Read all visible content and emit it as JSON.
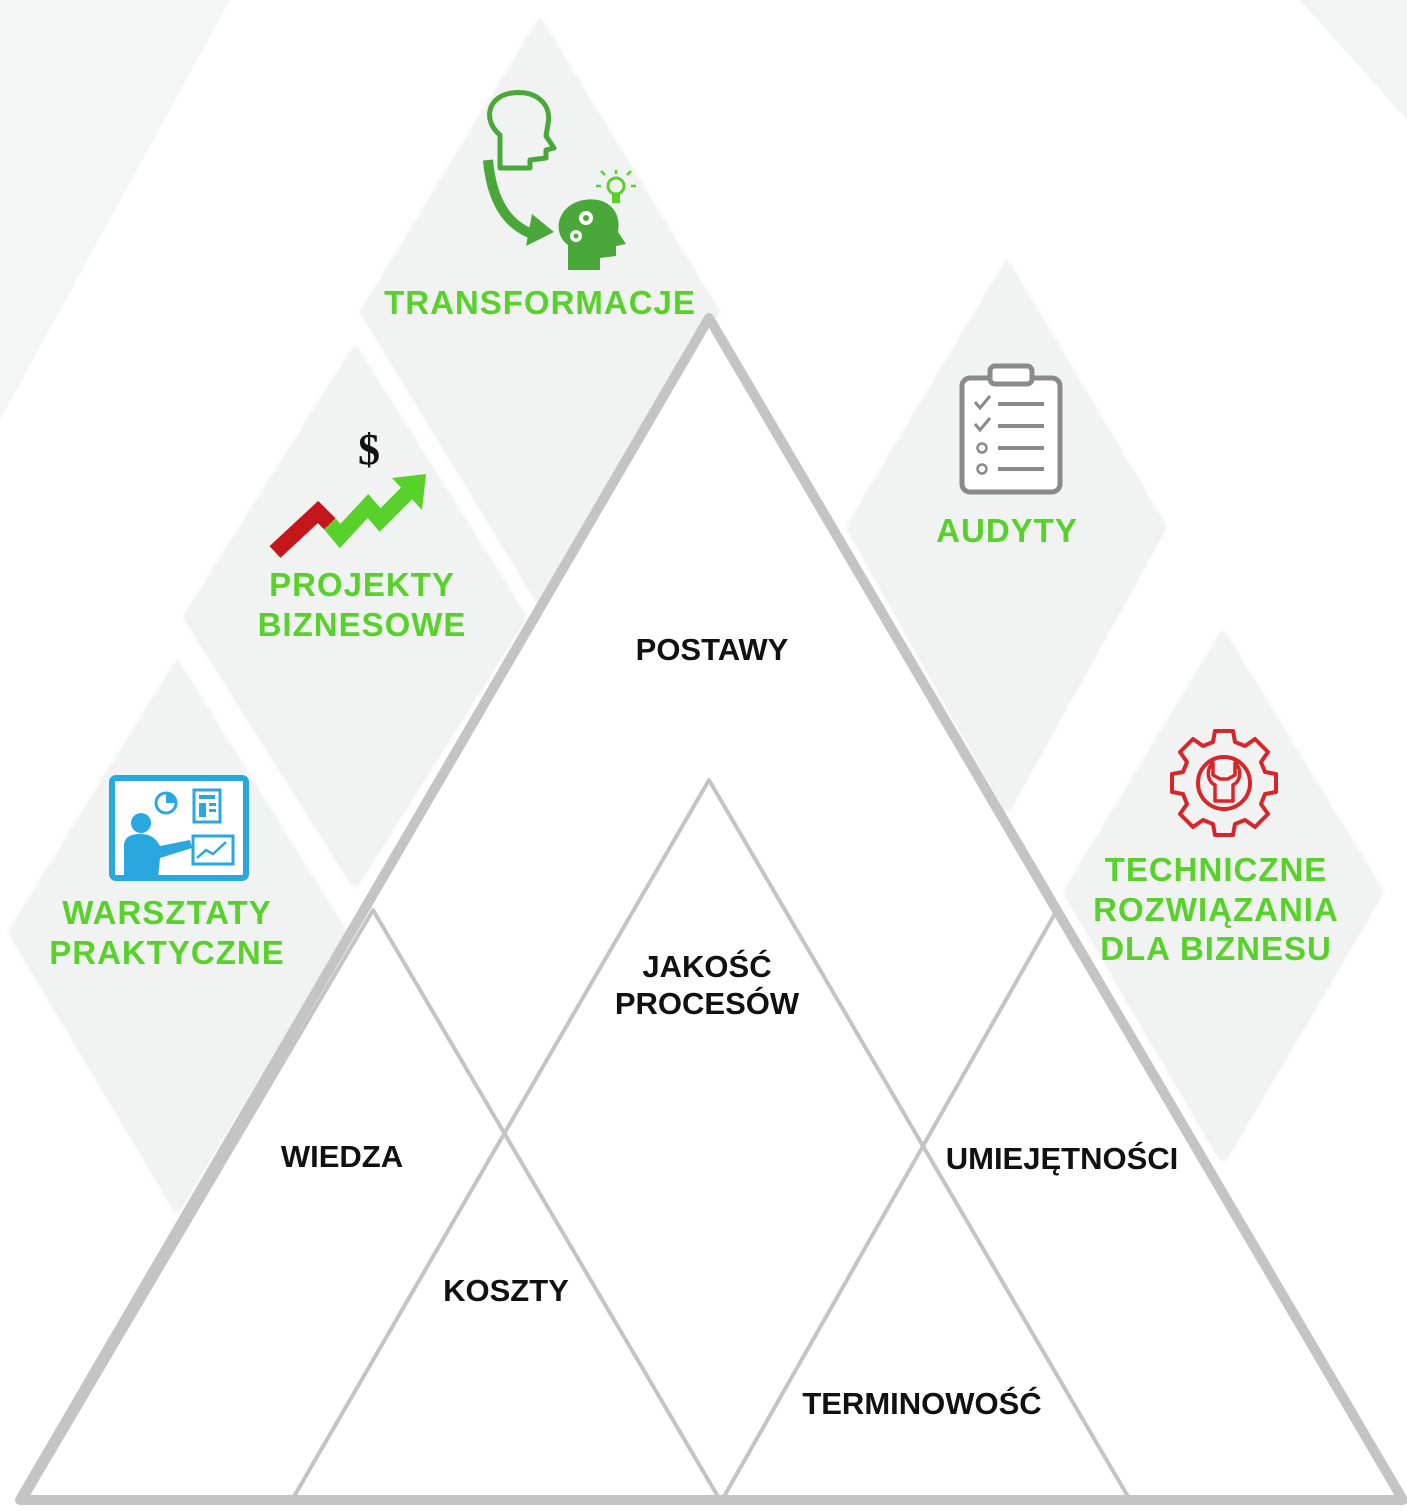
{
  "services": {
    "transformacje": "TRANSFORMACJE",
    "projekty": "PROJEKTY\nBIZNESOWE",
    "warsztaty": "WARSZTATY\nPRAKTYCZNE",
    "audyty": "AUDYTY",
    "techniczne": "TECHNICZNE\nROZWIĄZANIA\nDLA BIZNESU"
  },
  "pillars": {
    "postawy": "POSTAWY",
    "jakosc": "JAKOŚĆ\nPROCESÓW",
    "wiedza": "WIEDZA",
    "umiejetnosci": "UMIEJĘTNOŚCI",
    "koszty": "KOSZTY",
    "terminowosc": "TERMINOWOŚĆ"
  },
  "currency_symbol": "$",
  "icons": {
    "transformacje": "head-transformation-icon",
    "projekty": "growth-arrow-icon",
    "warsztaty": "presentation-board-icon",
    "audyty": "checklist-clipboard-icon",
    "techniczne": "gear-wrench-icon"
  },
  "colors": {
    "accent_green": "#58d12a",
    "icon_green": "#4aa83a",
    "text_dark": "#111111",
    "diamond_fill": "#f1f2f2",
    "line_gray": "#c2c2c2",
    "icon_blue": "#29a7df",
    "icon_red": "#d7262b",
    "clipboard_gray": "#8a8a8a"
  }
}
